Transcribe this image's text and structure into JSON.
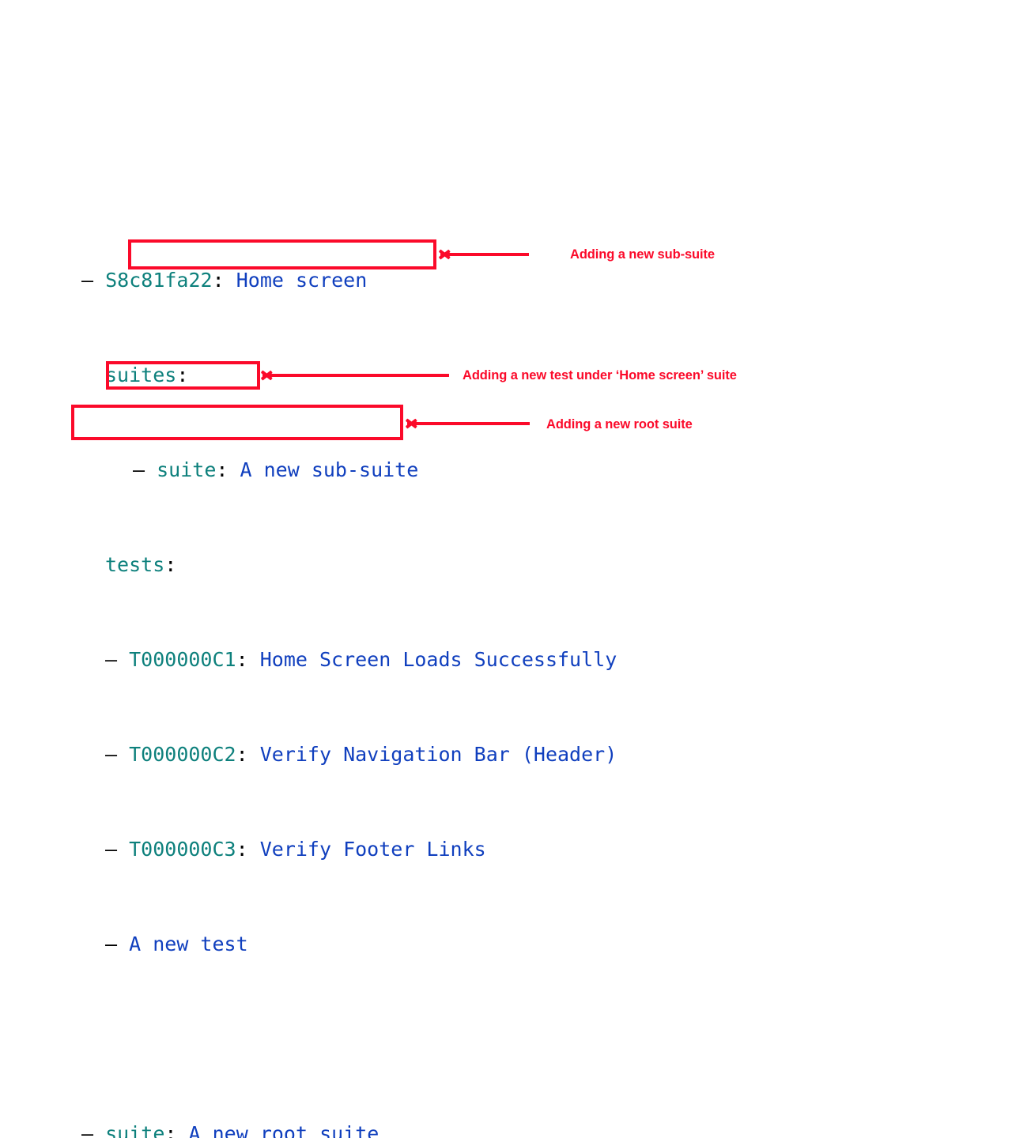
{
  "colors": {
    "background": "#ffffff",
    "key": "#0d807c",
    "value": "#103fbe",
    "punctuation": "#000000",
    "annotation": "#fb0a2a"
  },
  "tree": {
    "root": {
      "bullet": "—",
      "id": "S8c81fa22",
      "colon": ":",
      "name": "Home screen"
    },
    "suites_label": "suites",
    "suites_colon": ":",
    "sub_suite": {
      "bullet": "—",
      "key": "suite",
      "colon": ":",
      "value": "A new sub-suite"
    },
    "tests_label": "tests",
    "tests_colon": ":",
    "tests": [
      {
        "bullet": "—",
        "id": "T000000C1",
        "colon": ":",
        "name": "Home Screen Loads Successfully"
      },
      {
        "bullet": "—",
        "id": "T000000C2",
        "colon": ":",
        "name": "Verify Navigation Bar (Header)"
      },
      {
        "bullet": "—",
        "id": "T000000C3",
        "colon": ":",
        "name": "Verify Footer Links"
      }
    ],
    "new_test": {
      "bullet": "—",
      "value": "A new test"
    },
    "root_suite": {
      "bullet": "—",
      "key": "suite",
      "colon": ":",
      "value": "A new root suite"
    }
  },
  "annotations": {
    "sub_suite_note": "Adding a new sub-suite",
    "new_test_note": "Adding a new test under ‘Home screen’ suite",
    "root_suite_note": "Adding a new root suite"
  }
}
